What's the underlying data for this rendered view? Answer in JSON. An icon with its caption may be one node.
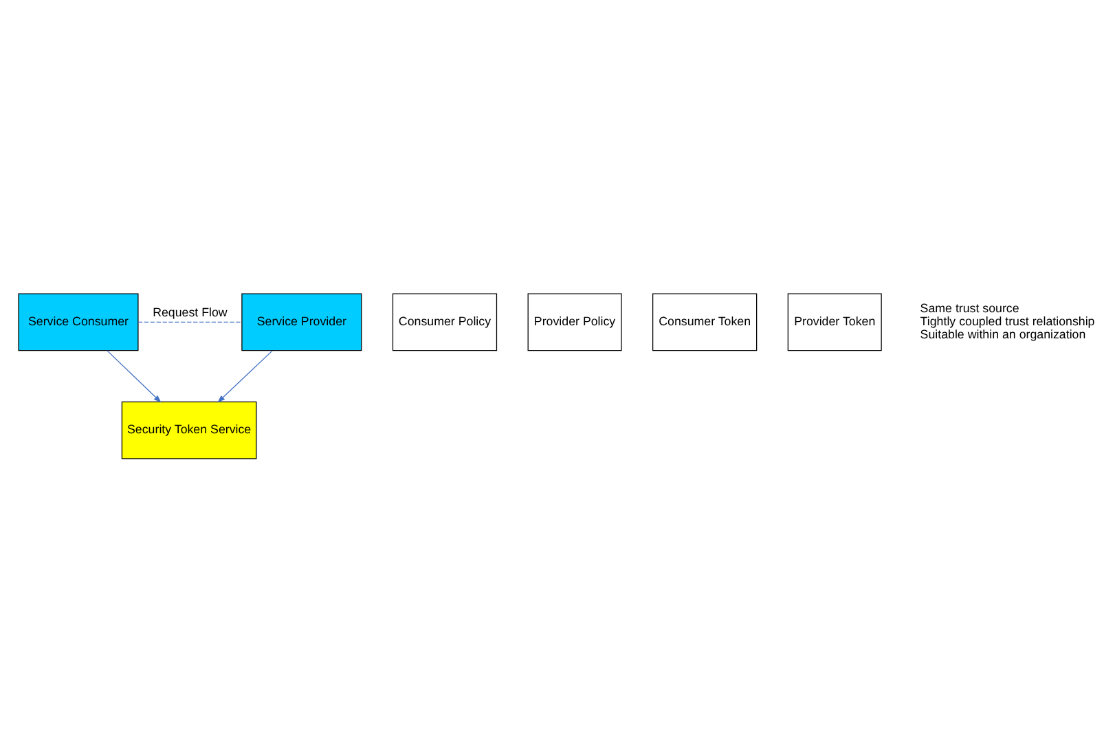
{
  "diagram": {
    "nodes": [
      {
        "text": [
          "Security Token Service"
        ]
      },
      {
        "text": [
          "Consumer Policy"
        ]
      },
      {
        "text": [
          "Service Consumer"
        ]
      },
      {
        "text": [
          "Provider Policy"
        ]
      },
      {
        "text": [
          "Service Provider"
        ]
      },
      {
        "text": [
          "Consumer Token"
        ]
      },
      {
        "text": [
          "Provider Token"
        ]
      }
    ],
    "edges": [
      {
        "from": 2,
        "to": 0,
        "arrow": "to"
      },
      {
        "from": 4,
        "to": 0,
        "arrow": "to"
      },
      {
        "from": 2,
        "to": 4,
        "arrow": "none",
        "label": "Request Flow",
        "style": "dashed"
      }
    ],
    "labels": [
      "Same trust source",
      "Tightly coupled trust relationship",
      "Suitable within an organization"
    ]
  }
}
